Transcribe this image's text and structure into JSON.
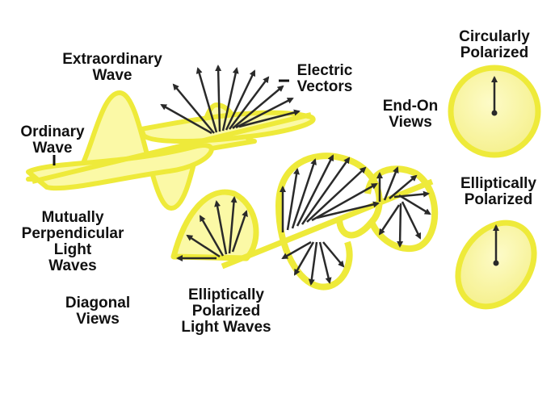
{
  "colors": {
    "wave_fill": "#fbf9a6",
    "wave_stroke": "#eeea3a",
    "wave_dark": "#b8b21a",
    "arrow": "#2a2a2a",
    "text": "#111111",
    "background": "#ffffff"
  },
  "labels": {
    "extraordinary_wave": [
      "Extraordinary",
      "Wave"
    ],
    "electric_vectors": [
      "Electric",
      "Vectors"
    ],
    "ordinary_wave": [
      "Ordinary",
      "Wave"
    ],
    "mutually_perpendicular": [
      "Mutually",
      "Perpendicular",
      "Light",
      "Waves"
    ],
    "diagonal_views": [
      "Diagonal",
      "Views"
    ],
    "elliptically_polarized_light_waves": [
      "Elliptically",
      "Polarized",
      "Light Waves"
    ],
    "end_on_views": [
      "End-On",
      "Views"
    ],
    "circularly_polarized": [
      "Circularly",
      "Polarized"
    ],
    "elliptically_polarized": [
      "Elliptically",
      "Polarized"
    ]
  }
}
